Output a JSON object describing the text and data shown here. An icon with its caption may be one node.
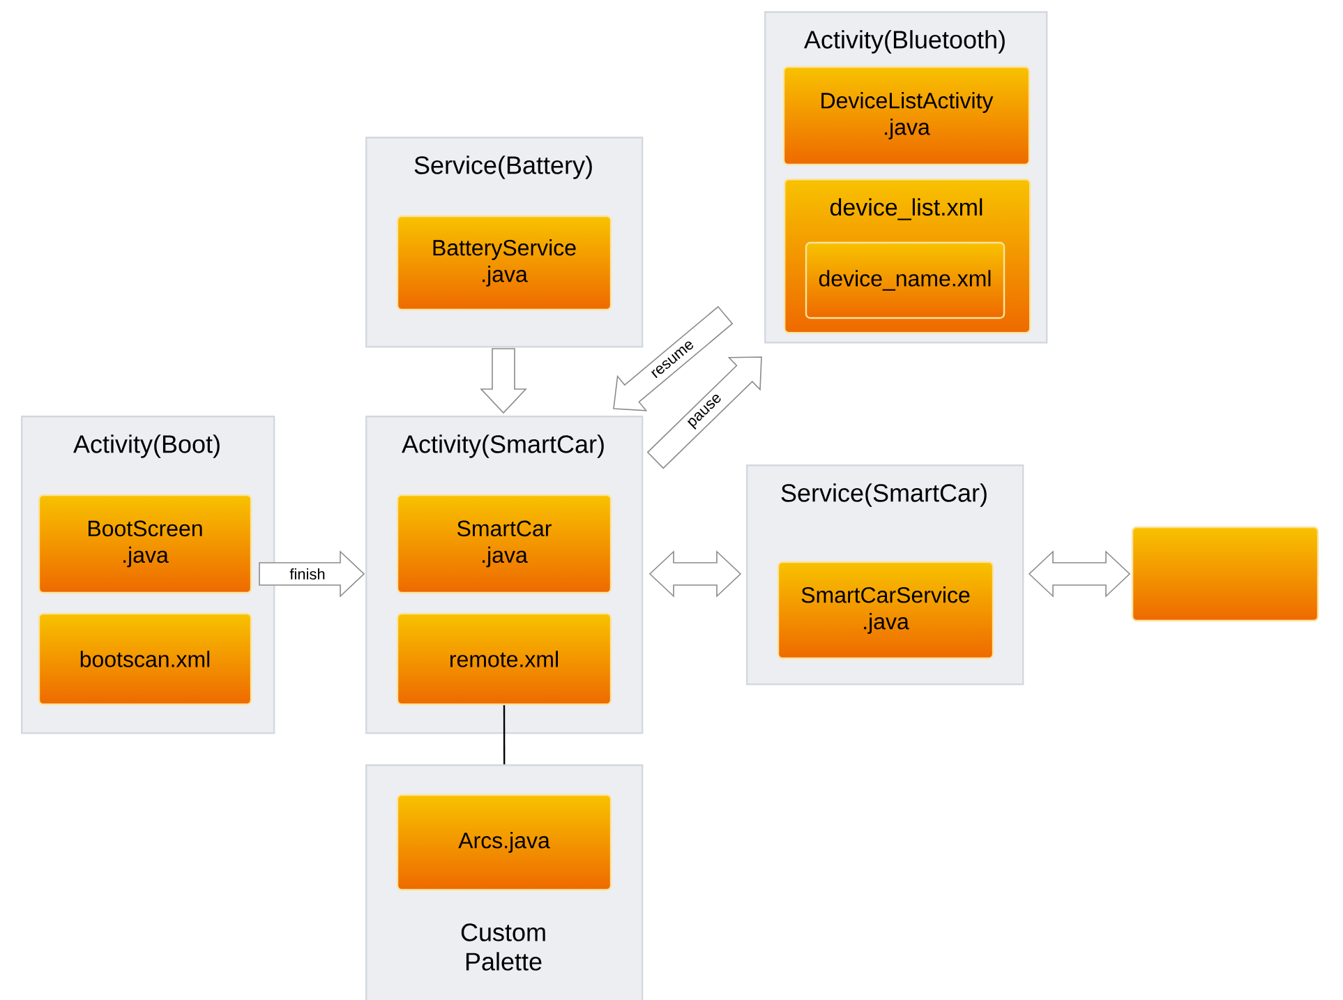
{
  "diagram": {
    "nodes": [
      {
        "text": [
          "Activity(Bluetooth)"
        ]
      },
      {
        "text": [
          "DeviceListActivity .java"
        ],
        "in": 0
      },
      {
        "text": [
          "device_list.xml"
        ],
        "in": 0
      },
      {
        "text": [
          "device_name.xml"
        ],
        "in": 2
      },
      {
        "text": [
          "Service(Battery)"
        ]
      },
      {
        "text": [
          "BatteryService .java"
        ],
        "in": 4
      },
      {
        "text": [
          "Activity(Boot)"
        ]
      },
      {
        "text": [
          "BootScreen .java"
        ],
        "in": 6
      },
      {
        "text": [
          "bootscan.xml"
        ],
        "in": 6
      },
      {
        "text": [
          "Activity(SmartCar)"
        ]
      },
      {
        "text": [
          "SmartCar .java"
        ],
        "in": 9
      },
      {
        "text": [
          "remote.xml"
        ],
        "in": 9
      },
      {
        "text": [
          "Service(SmartCar)"
        ]
      },
      {
        "text": [
          "SmartCarService .java"
        ],
        "in": 12
      },
      {
        "text": [],
        "shape": "box"
      },
      {
        "text": [
          "Custom Palette"
        ]
      },
      {
        "text": [
          "Arcs.java"
        ],
        "in": 15
      }
    ],
    "edges": [
      {
        "from": 4,
        "to": 9,
        "arrow": "to"
      },
      {
        "from": 0,
        "to": 9,
        "arrow": "to",
        "label": "resume"
      },
      {
        "from": 9,
        "to": 0,
        "arrow": "to",
        "label": "pause"
      },
      {
        "from": 6,
        "to": 9,
        "arrow": "to",
        "label": "finish"
      },
      {
        "from": 9,
        "to": 12,
        "arrow": "both"
      },
      {
        "from": 12,
        "to": 14,
        "arrow": "both"
      },
      {
        "from": 11,
        "to": 15,
        "arrow": "none"
      }
    ]
  }
}
